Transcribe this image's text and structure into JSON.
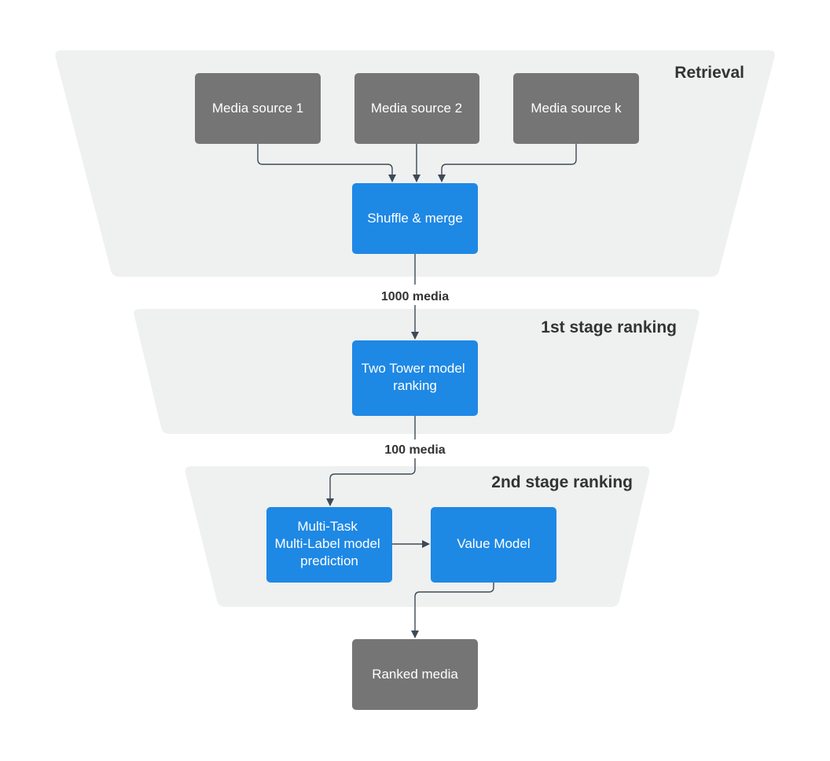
{
  "colors": {
    "stage_fill": "#eff0f0",
    "gray_node": "#757575",
    "blue_node": "#1e88e5",
    "node_text": "#ffffff",
    "title_text": "#333333",
    "connector": "#3d4a55"
  },
  "stages": {
    "retrieval": {
      "title": "Retrieval"
    },
    "first_stage": {
      "title": "1st stage ranking"
    },
    "second_stage": {
      "title": "2nd stage ranking"
    }
  },
  "nodes": {
    "media_source_1": {
      "label": "Media source 1"
    },
    "media_source_2": {
      "label": "Media source 2"
    },
    "media_source_k": {
      "label": "Media source k"
    },
    "shuffle_merge": {
      "label": "Shuffle & merge"
    },
    "two_tower": {
      "lines": [
        "Two Tower model",
        "ranking"
      ]
    },
    "multi_task": {
      "lines": [
        "Multi-Task",
        "Multi-Label model",
        "prediction"
      ]
    },
    "value_model": {
      "label": "Value Model"
    },
    "ranked_media": {
      "label": "Ranked media"
    }
  },
  "edges": {
    "merge_to_two_tower": {
      "label": "1000 media"
    },
    "two_tower_to_multi_task": {
      "label": "100 media"
    }
  }
}
